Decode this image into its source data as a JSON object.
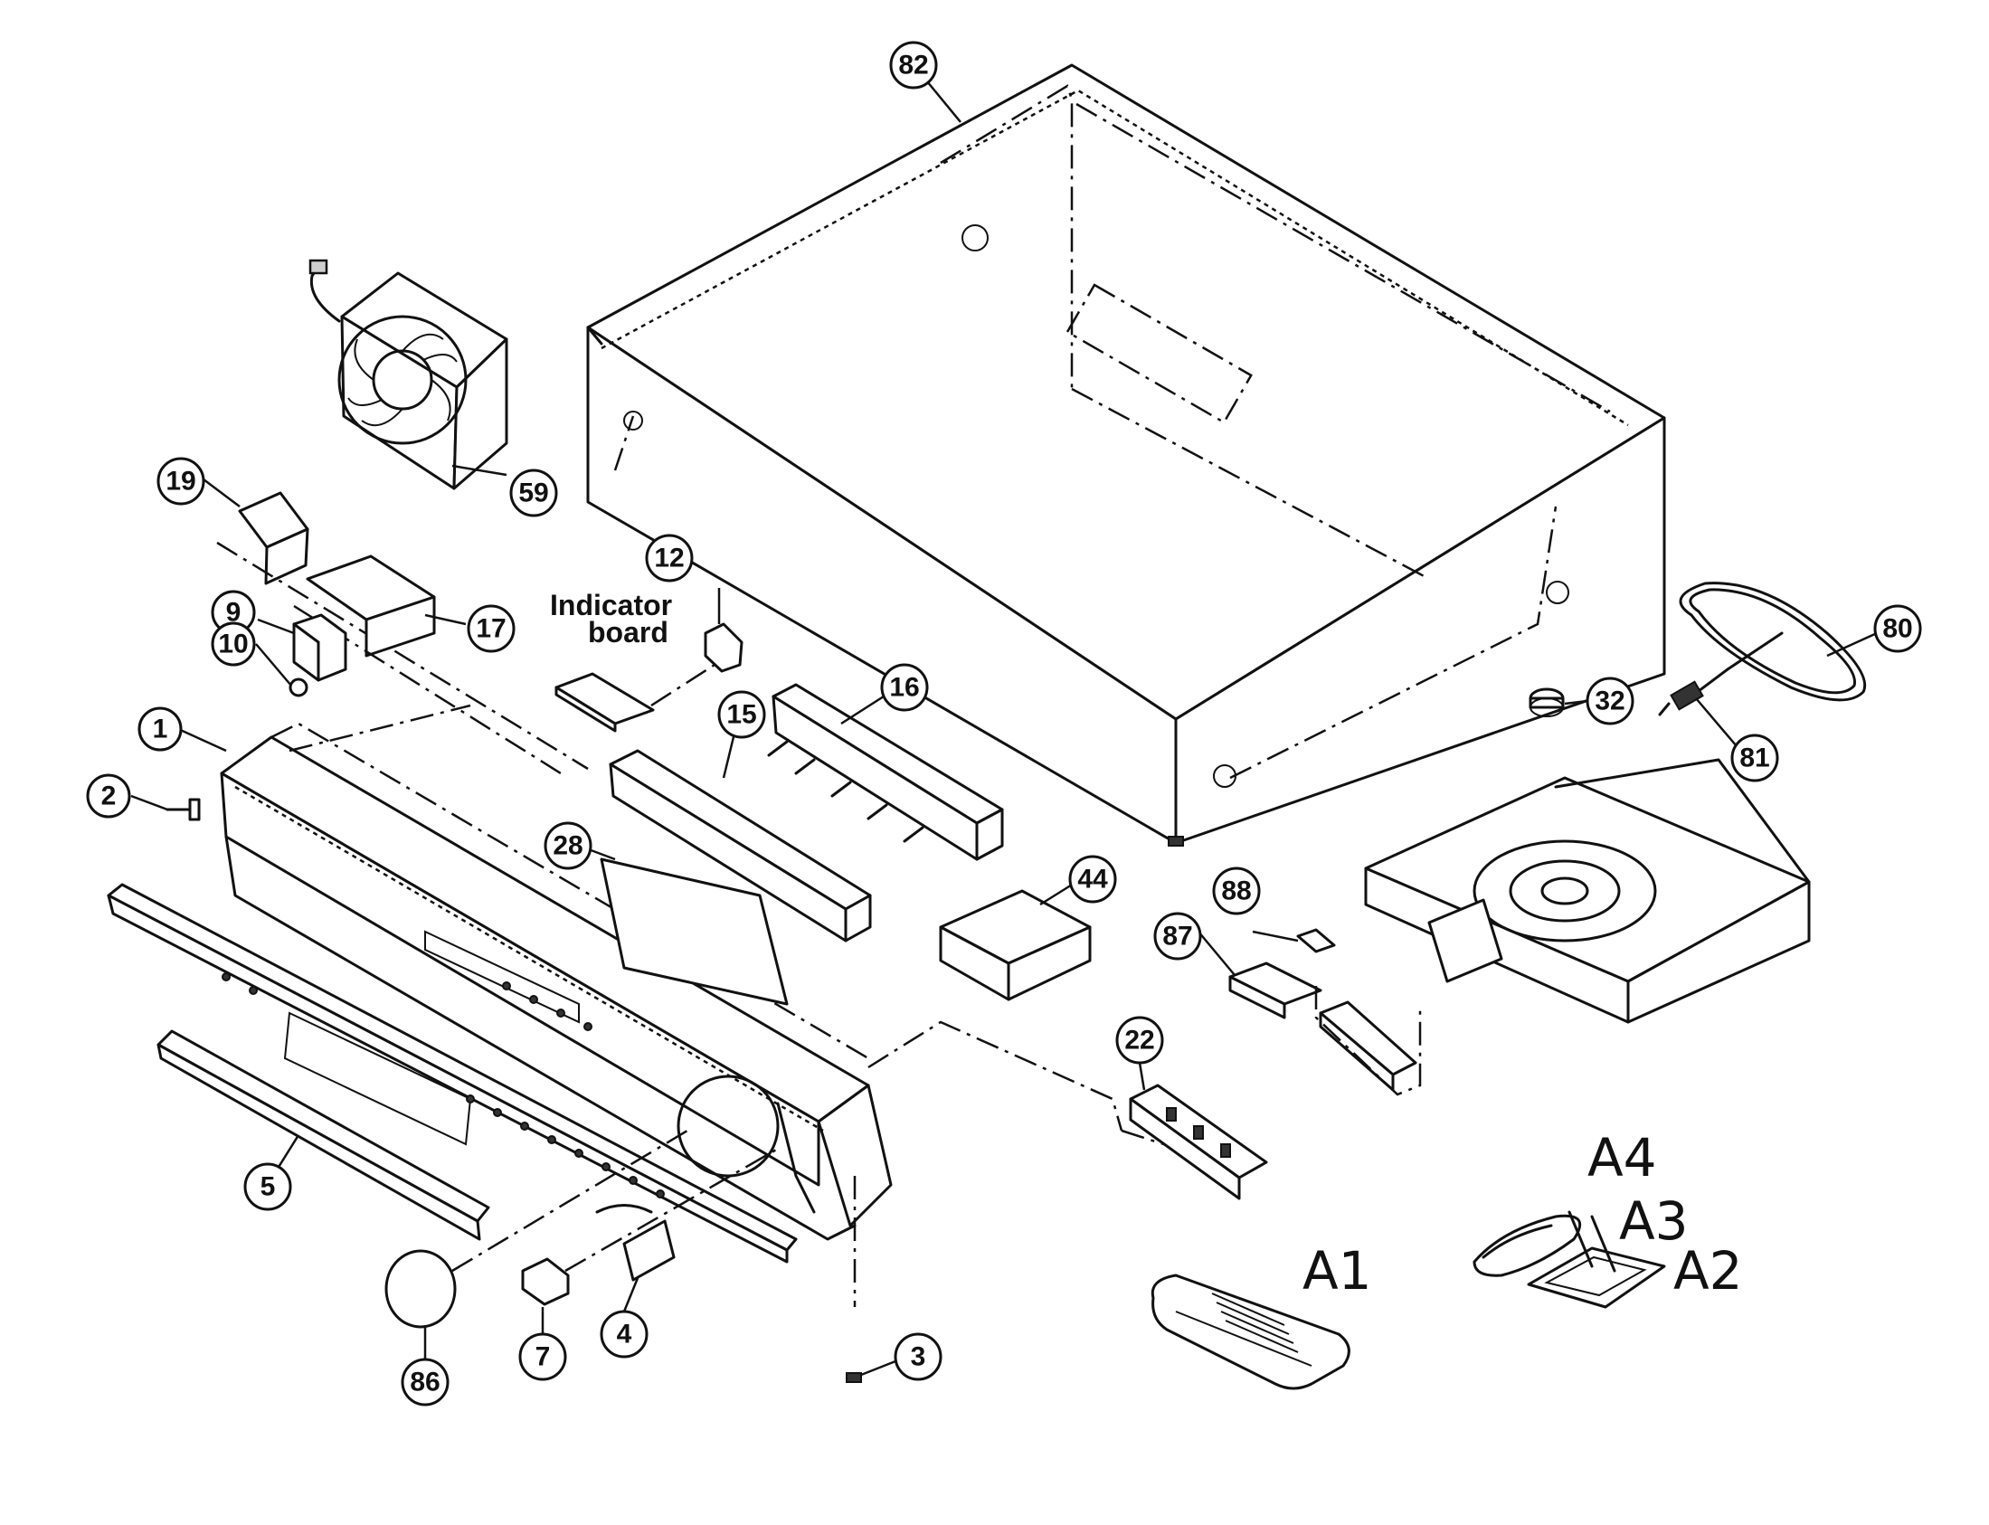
{
  "callouts": {
    "c82": "82",
    "c59": "59",
    "c19": "19",
    "c17": "17",
    "c12": "12",
    "c9": "9",
    "c10": "10",
    "c1": "1",
    "c2": "2",
    "c16": "16",
    "c15": "15",
    "c28": "28",
    "c44": "44",
    "c88": "88",
    "c87": "87",
    "c22": "22",
    "c32": "32",
    "c80": "80",
    "c81": "81",
    "c5": "5",
    "c86": "86",
    "c7": "7",
    "c4": "4",
    "c3": "3"
  },
  "indicator_board": {
    "line1": "Indicator",
    "line2": "board"
  },
  "accessories": {
    "a1": "A1",
    "a2": "A2",
    "a3": "A3",
    "a4": "A4"
  }
}
